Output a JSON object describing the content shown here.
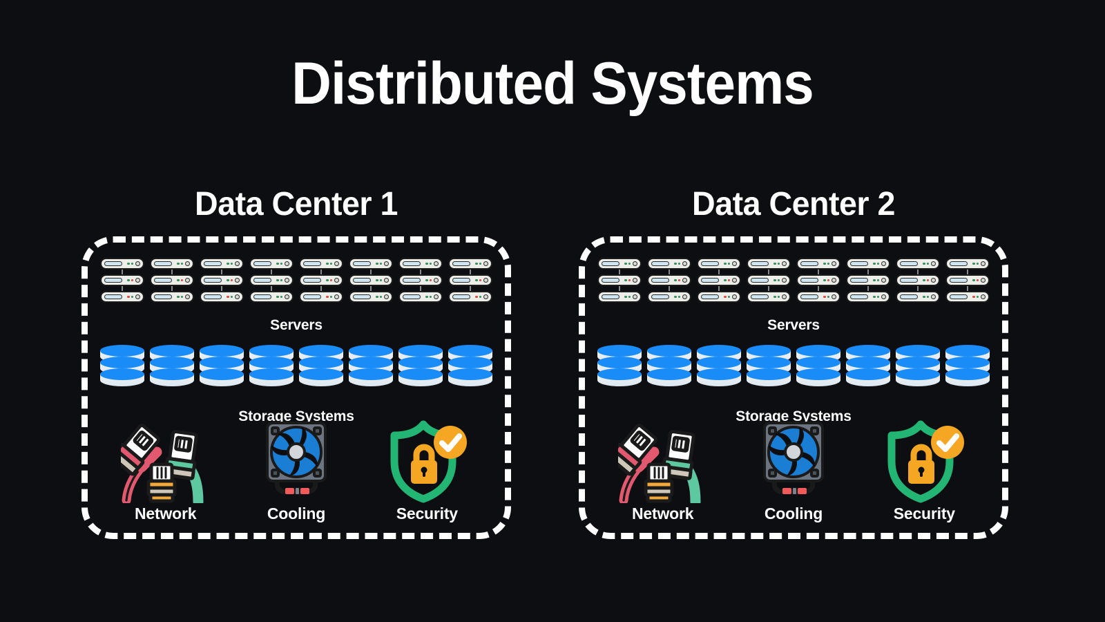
{
  "title": "Distributed Systems",
  "theme": {
    "background": "#0d0e12",
    "text": "#ffffff",
    "border": "#ffffff",
    "storage_blue": "#1a8cf7",
    "fan_blue": "#1a7fd4",
    "shield_green": "#22b573",
    "lock_orange": "#f5a623",
    "cable_pink": "#e2586e",
    "cable_green": "#5ec9a0",
    "cable_orange": "#f2a93b",
    "server_body": "#ededea",
    "server_slot": "#cfe6f2",
    "led_green": "#2f8f5b",
    "led_red": "#d94a3c"
  },
  "data_centers": [
    {
      "heading": "Data Center 1",
      "servers": {
        "caption": "Servers",
        "columns": 8,
        "rows": 3
      },
      "storage": {
        "caption": "Storage Systems",
        "stacks": 8,
        "segments": 3
      },
      "features": [
        {
          "label": "Network",
          "icon": "network-cables-icon"
        },
        {
          "label": "Cooling",
          "icon": "cooling-fan-icon"
        },
        {
          "label": "Security",
          "icon": "security-shield-icon"
        }
      ]
    },
    {
      "heading": "Data Center 2",
      "servers": {
        "caption": "Servers",
        "columns": 8,
        "rows": 3
      },
      "storage": {
        "caption": "Storage Systems",
        "stacks": 8,
        "segments": 3
      },
      "features": [
        {
          "label": "Network",
          "icon": "network-cables-icon"
        },
        {
          "label": "Cooling",
          "icon": "cooling-fan-icon"
        },
        {
          "label": "Security",
          "icon": "security-shield-icon"
        }
      ]
    }
  ]
}
